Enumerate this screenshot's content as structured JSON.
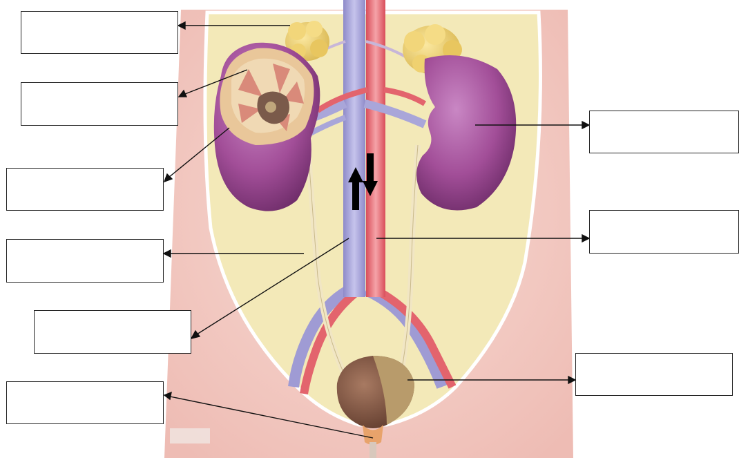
{
  "diagram": {
    "label_boxes": [
      {
        "id": "adrenal-gland",
        "text": ""
      },
      {
        "id": "renal-cortex",
        "text": ""
      },
      {
        "id": "renal-pelvis",
        "text": ""
      },
      {
        "id": "ureter",
        "text": ""
      },
      {
        "id": "inferior-vena-cava",
        "text": ""
      },
      {
        "id": "urethra",
        "text": ""
      },
      {
        "id": "kidney",
        "text": ""
      },
      {
        "id": "aorta",
        "text": ""
      },
      {
        "id": "bladder",
        "text": ""
      }
    ],
    "flow_arrows": [
      "up",
      "down"
    ],
    "colors": {
      "skin": "#f4cdc6",
      "cavity": "#f3e9b8",
      "kidney": "#a24e98",
      "adrenal": "#ecd070",
      "vein": "#a9a6d9",
      "artery": "#e3646d",
      "bladder": "#8a5a46",
      "leader_line": "#111111"
    }
  }
}
